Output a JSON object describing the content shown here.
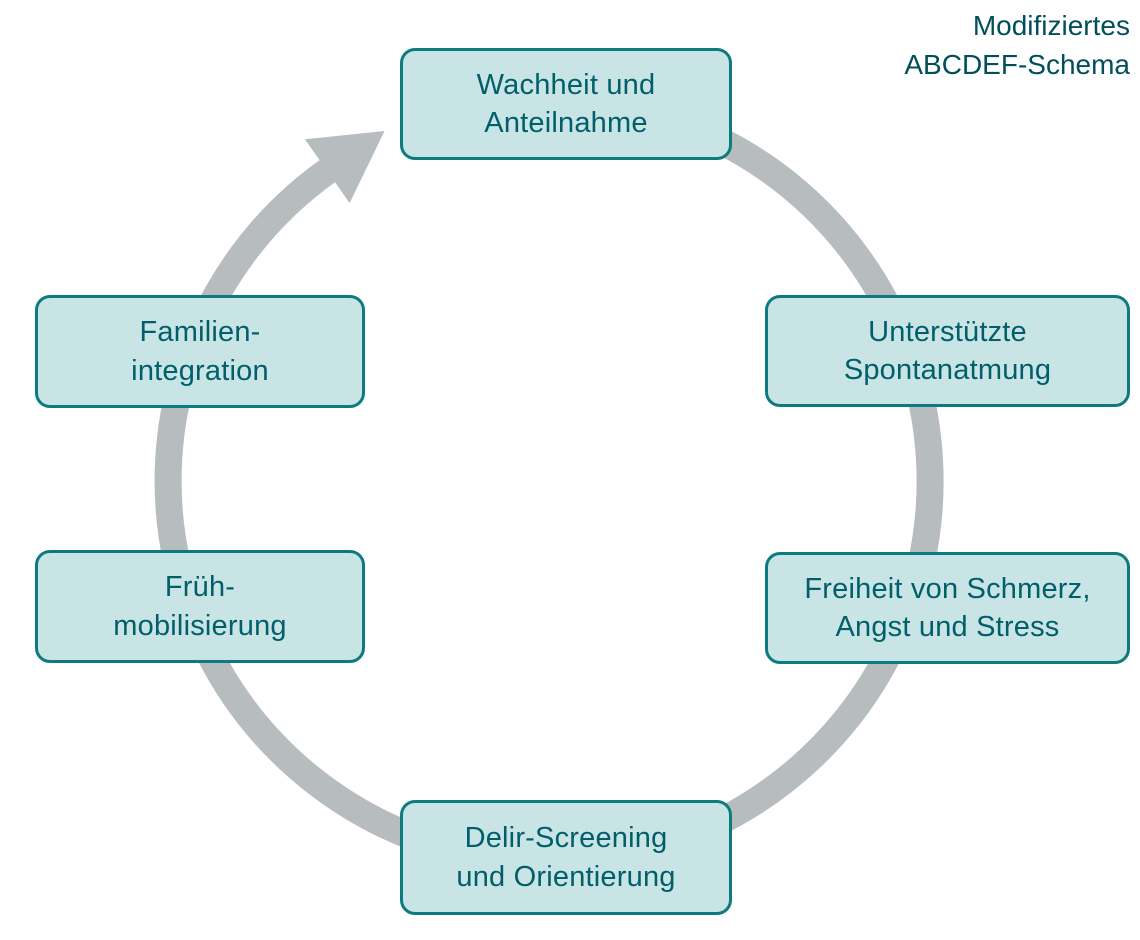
{
  "header": {
    "title": "Modifiziertes\nABCDEF-Schema"
  },
  "colors": {
    "box-fill": "#c9e4e5",
    "box-border": "#0d7a80",
    "box-text": "#005f6b",
    "ring": "#b7bcbe",
    "title-text": "#004f5a"
  },
  "diagram": {
    "type": "cycle",
    "direction": "clockwise",
    "nodes": [
      {
        "id": "A",
        "label": "Wachheit und\nAnteilnahme",
        "position": "top"
      },
      {
        "id": "B",
        "label": "Unterstützte\nSpontanatmung",
        "position": "right-upper"
      },
      {
        "id": "C",
        "label": "Freiheit von Schmerz,\nAngst und Stress",
        "position": "right-lower"
      },
      {
        "id": "D",
        "label": "Delir-Screening\nund Orientierung",
        "position": "bottom"
      },
      {
        "id": "E",
        "label": "Früh-\nmobilisierung",
        "position": "left-lower"
      },
      {
        "id": "F",
        "label": "Familien-\nintegration",
        "position": "left-upper"
      }
    ]
  }
}
